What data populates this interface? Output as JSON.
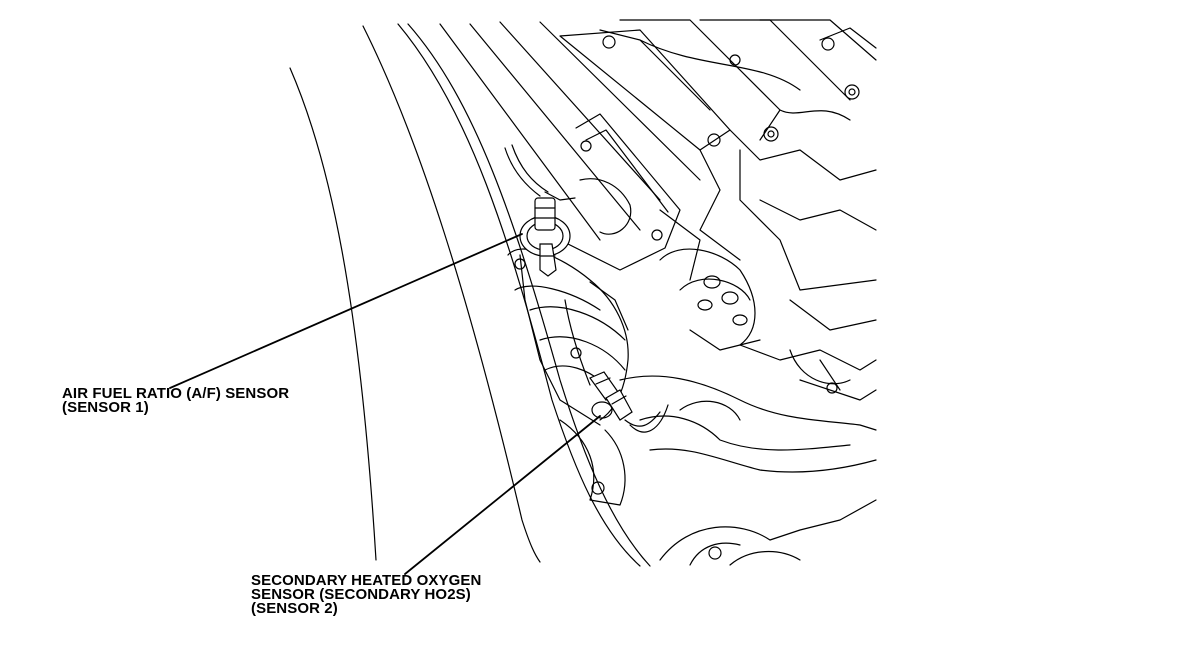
{
  "callouts": {
    "af_sensor": {
      "line1": "AIR FUEL RATIO (A/F) SENSOR",
      "line2": "(SENSOR 1)"
    },
    "secondary_ho2s": {
      "line1": "SECONDARY HEATED OXYGEN",
      "line2": "SENSOR (SECONDARY HO2S)",
      "line3": "(SENSOR 2)"
    }
  },
  "colors": {
    "line": "#000000",
    "background": "#ffffff"
  }
}
